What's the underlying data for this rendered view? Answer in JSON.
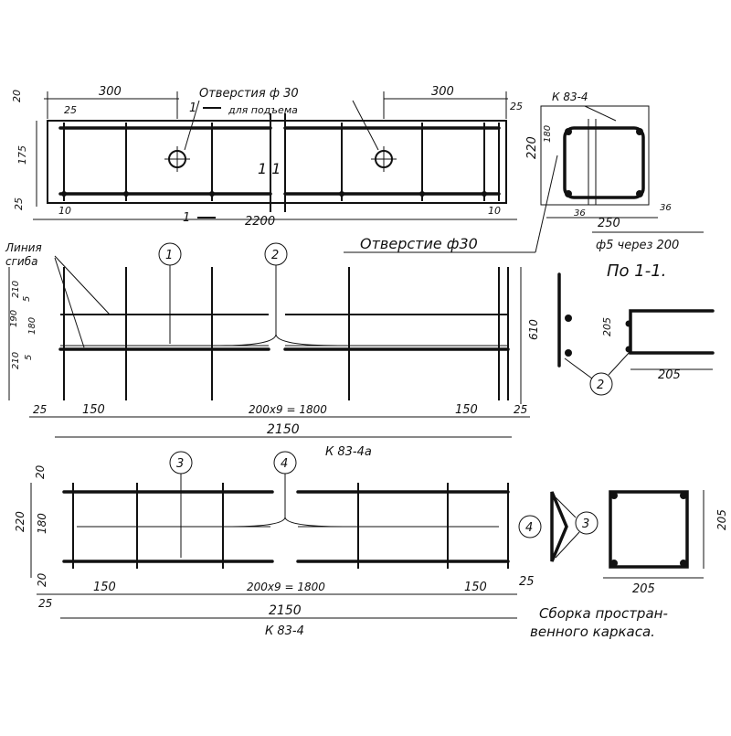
{
  "labels": {
    "holes_d30_top": "Отверстия ф 30",
    "for_lifting": "для подъема",
    "hole_d30": "Отверстие ф30",
    "line_cut": "Линия",
    "line_cut2": "сгиба",
    "mark_k834": "К 83-4",
    "mark_k834a": "К 83-4а",
    "step_note": "ф5 через 200",
    "section_note": "По 1-1.",
    "assembly_1": "Сборка простран-",
    "assembly_2": "венного каркаса.",
    "section_mark": "1"
  },
  "dims_top": {
    "d300_left": "300",
    "d300_right": "300",
    "d25_l": "25",
    "d25_r": "25",
    "d20": "20",
    "d175": "175",
    "d25_b": "25",
    "d10_l": "10",
    "d10_r": "10",
    "d2200": "2200",
    "d220": "220",
    "d180": "180",
    "d36_l": "36",
    "d250": "250",
    "d36_r": "36"
  },
  "dims_mid": {
    "d210_t": "210",
    "d5_t": "5",
    "d180": "180",
    "d190": "190",
    "d5_b": "5",
    "d210_b": "210",
    "d610": "610",
    "d25_l": "25",
    "d150_l": "150",
    "d1800": "200x9 = 1800",
    "d150_r": "150",
    "d25_r": "25",
    "d2150": "2150",
    "d205_v": "205",
    "d205_h": "205"
  },
  "dims_bot": {
    "d20_t": "20",
    "d220": "220",
    "d180": "180",
    "d20_b": "20",
    "d25_l": "25",
    "d150_l": "150",
    "d1800": "200x9 = 1800",
    "d150_r": "150",
    "d25_r": "25",
    "d2150": "2150",
    "d205_v": "205",
    "d205_h": "205"
  },
  "callouts": [
    "1",
    "2",
    "3",
    "4"
  ]
}
